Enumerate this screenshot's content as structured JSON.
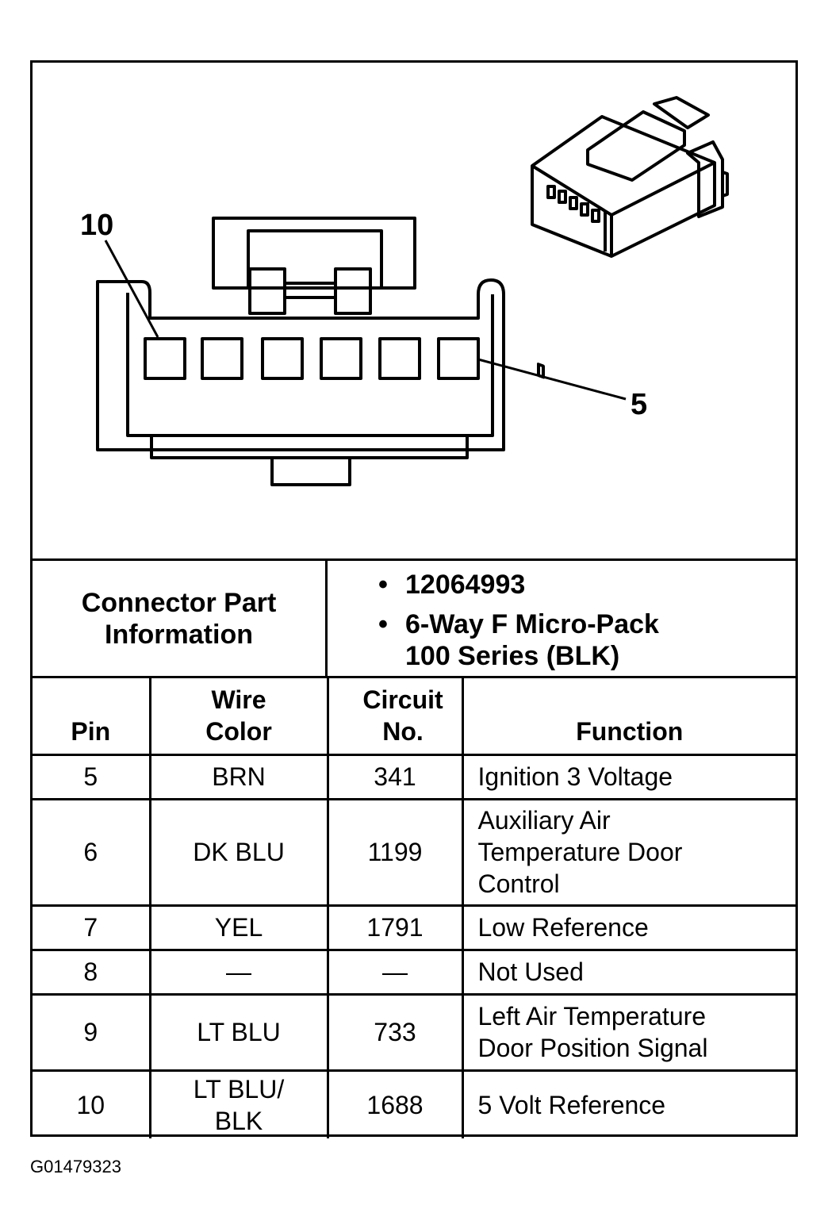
{
  "diagram": {
    "pin_callouts": [
      "10",
      "5"
    ]
  },
  "connector_info": {
    "label": "Connector Part Information",
    "items": [
      "12064993",
      "6-Way F Micro-Pack 100 Series (BLK)"
    ]
  },
  "pin_table": {
    "headers": {
      "pin": "Pin",
      "wire_color": "Wire Color",
      "circuit": "Circuit No.",
      "function": "Function"
    },
    "rows": [
      {
        "pin": "5",
        "wire_color": "BRN",
        "circuit": "341",
        "function": "Ignition 3 Voltage"
      },
      {
        "pin": "6",
        "wire_color": "DK BLU",
        "circuit": "1199",
        "function": "Auxiliary Air Temperature Door Control"
      },
      {
        "pin": "7",
        "wire_color": "YEL",
        "circuit": "1791",
        "function": "Low Reference"
      },
      {
        "pin": "8",
        "wire_color": "—",
        "circuit": "—",
        "function": "Not Used"
      },
      {
        "pin": "9",
        "wire_color": "LT BLU",
        "circuit": "733",
        "function": "Left Air Temperature Door Position Signal"
      },
      {
        "pin": "10",
        "wire_color": "LT BLU/ BLK",
        "circuit": "1688",
        "function": "5 Volt Reference"
      }
    ]
  },
  "figure_id": "G01479323"
}
